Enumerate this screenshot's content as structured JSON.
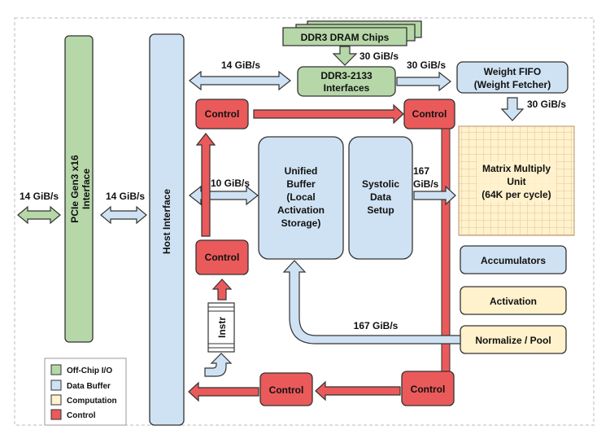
{
  "colors": {
    "offchip": "#b6d7a8",
    "buffer": "#cfe2f3",
    "computation": "#fff2cc",
    "control": "#ea5a5a"
  },
  "blocks": {
    "ddr3_chips": "DDR3 DRAM Chips",
    "ddr3_interfaces_line1": "DDR3-2133",
    "ddr3_interfaces_line2": "Interfaces",
    "weight_fifo_line1": "Weight FIFO",
    "weight_fifo_line2": "(Weight Fetcher)",
    "pcie_line1": "PCIe Gen3 x16",
    "pcie_line2": "Interface",
    "host_interface": "Host Interface",
    "control": "Control",
    "unified_buffer": [
      "Unified",
      "Buffer",
      "(Local",
      "Activation",
      "Storage)"
    ],
    "systolic": [
      "Systolic",
      "Data",
      "Setup"
    ],
    "matrix_multiply": [
      "Matrix Multiply",
      "Unit",
      "(64K per cycle)"
    ],
    "accumulators": "Accumulators",
    "activation": "Activation",
    "normalize_pool": "Normalize / Pool",
    "instr": "Instr"
  },
  "bandwidths": {
    "ddr_chip_to_iface": "30 GiB/s",
    "host_to_ddr": "14 GiB/s",
    "ddr_to_fifo": "30 GiB/s",
    "fifo_to_mmu": "30 GiB/s",
    "offchip_to_pcie": "14 GiB/s",
    "pcie_to_host": "14 GiB/s",
    "host_to_ub": "10 GiB/s",
    "systolic_to_mmu_line1": "167",
    "systolic_to_mmu_line2": "GiB/s",
    "feedback": "167 GiB/s"
  },
  "legend": [
    {
      "label": "Off-Chip I/O",
      "color": "#b6d7a8"
    },
    {
      "label": "Data Buffer",
      "color": "#cfe2f3"
    },
    {
      "label": "Computation",
      "color": "#fff2cc"
    },
    {
      "label": "Control",
      "color": "#ea5a5a"
    }
  ]
}
